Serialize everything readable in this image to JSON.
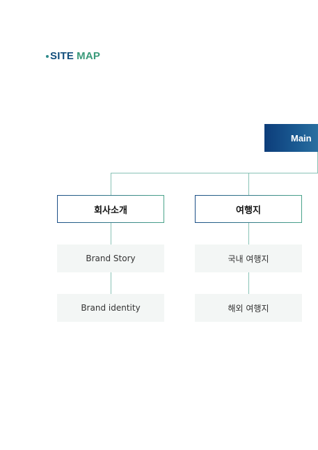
{
  "title": {
    "part1": "SITE",
    "part2": "MAP"
  },
  "root": {
    "label": "Main"
  },
  "categories": [
    {
      "label": "회사소개",
      "children": [
        "Brand Story",
        "Brand identity"
      ]
    },
    {
      "label": "여행지",
      "children": [
        "국내 여행지",
        "해외 여행지"
      ]
    }
  ],
  "colors": {
    "navy": "#124e7c",
    "teal": "#3a9a7a",
    "connector": "#88c2b6",
    "sub_bg": "#f3f6f5"
  }
}
